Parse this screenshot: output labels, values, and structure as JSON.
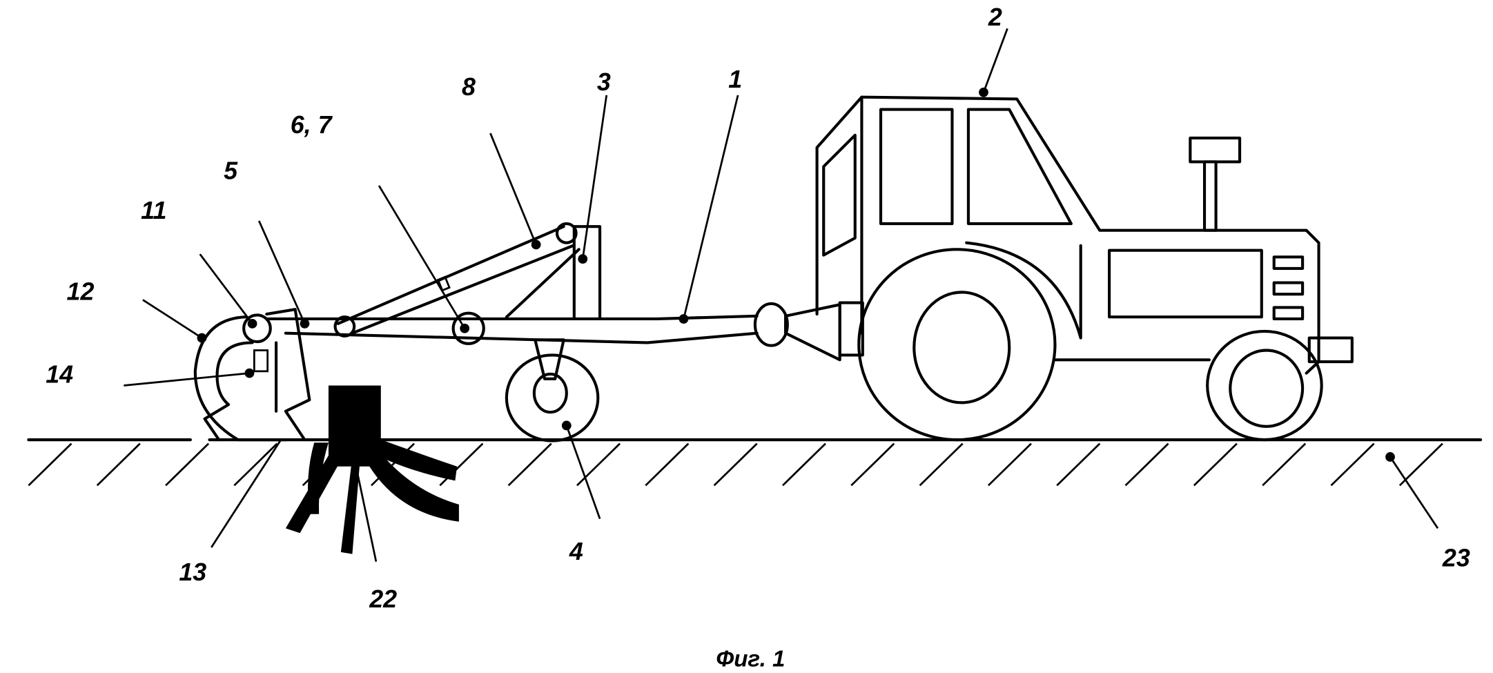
{
  "labels": {
    "l1": "1",
    "l2": "2",
    "l3": "3",
    "l4": "4",
    "l5": "5",
    "l67": "6, 7",
    "l8": "8",
    "l11": "11",
    "l12": "12",
    "l13": "13",
    "l14": "14",
    "l22": "22",
    "l23": "23"
  },
  "caption": "Фиг. 1"
}
